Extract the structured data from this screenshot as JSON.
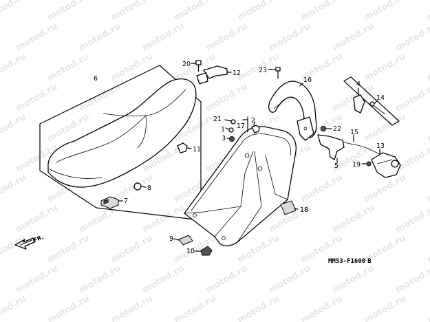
{
  "watermark_text": "motod.ru",
  "diagram_code": "MM53-F1600",
  "diagram_code_suffix": "B",
  "direction_label": "FR.",
  "callouts": {
    "p1": "1",
    "p2": "2",
    "p3": "3",
    "p4": "4",
    "p5": "5",
    "p6": "6",
    "p7": "7",
    "p8": "8",
    "p9": "9",
    "p10": "10",
    "p11": "11",
    "p12": "12",
    "p13": "13",
    "p14": "14",
    "p15": "15",
    "p16": "16",
    "p17": "17",
    "p18": "18",
    "p19": "19",
    "p20": "20",
    "p21": "21",
    "p22": "22",
    "p23": "23"
  }
}
